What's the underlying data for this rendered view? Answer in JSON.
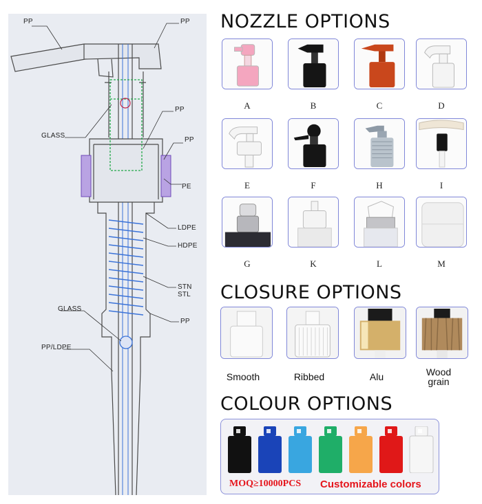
{
  "diagram": {
    "labels": {
      "pp_top_left": "PP",
      "pp_top_right": "PP",
      "glass_top": "GLASS",
      "pp_mid": "PP",
      "pp_collar": "PP",
      "pe": "PE",
      "ldpe": "LDPE",
      "hdpe": "HDPE",
      "stn_stl": "STN STL",
      "glass_ball": "GLASS",
      "pp_body": "PP",
      "pp_ldpe": "PP/LDPE"
    }
  },
  "nozzle": {
    "title": "NOZZLE OPTIONS",
    "items": [
      {
        "label": "A",
        "color": "#f4a6bf"
      },
      {
        "label": "B",
        "color": "#151515"
      },
      {
        "label": "C",
        "color": "#c9471c"
      },
      {
        "label": "D",
        "color": "#f4f4f4"
      },
      {
        "label": "E",
        "color": "#f4f4f4"
      },
      {
        "label": "F",
        "color": "#151515"
      },
      {
        "label": "H",
        "color": "#b9c3cc"
      },
      {
        "label": "I",
        "color": "#151515"
      },
      {
        "label": "G",
        "color": "#c8c8cc"
      },
      {
        "label": "K",
        "color": "#f4f4f4"
      },
      {
        "label": "L",
        "color": "#f4f4f4"
      },
      {
        "label": "M",
        "color": "#f0f0f0"
      }
    ]
  },
  "closure": {
    "title": "CLOSURE OPTIONS",
    "items": [
      {
        "label_line1": "Smooth",
        "label_line2": ""
      },
      {
        "label_line1": "Ribbed",
        "label_line2": ""
      },
      {
        "label_line1": "Alu",
        "label_line2": ""
      },
      {
        "label_line1": "Wood",
        "label_line2": "grain"
      }
    ]
  },
  "colour": {
    "title": "COLOUR OPTIONS",
    "swatches": [
      "#111111",
      "#1a44b8",
      "#39a6e0",
      "#1fae68",
      "#f6a64a",
      "#e01818",
      "#f6f6f6"
    ],
    "moq": "MOQ≥10000PCS",
    "custom": "Customizable colors"
  }
}
